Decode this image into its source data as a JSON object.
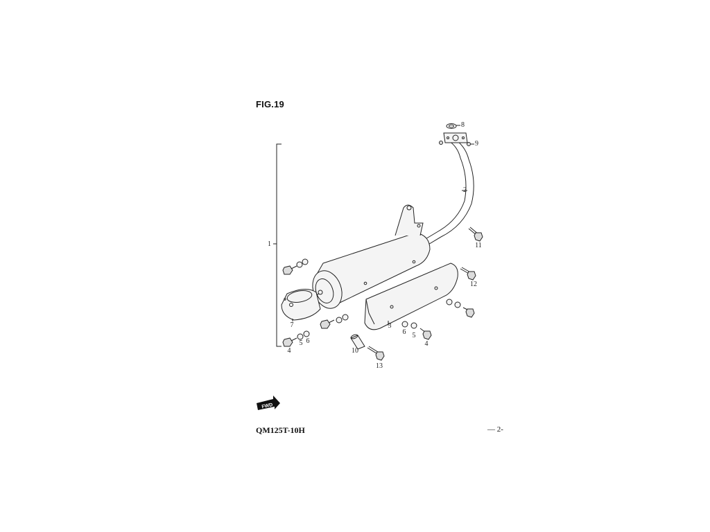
{
  "figure": {
    "title": "FIG.19"
  },
  "callouts": {
    "c1": "1",
    "c2": "2",
    "c3": "3",
    "c4a": "4",
    "c4b": "4",
    "c5a": "5",
    "c5b": "5",
    "c6a": "6",
    "c6b": "6",
    "c7": "7",
    "c8": "8",
    "c9": "9",
    "c10": "10",
    "c11": "11",
    "c12": "12",
    "c13": "13"
  },
  "direction_marker": {
    "label": "FWD",
    "icon": "forward-arrow-icon"
  },
  "footer": {
    "model": "QM125T-10H",
    "page": "— 2-"
  },
  "colors": {
    "line": "#222222",
    "fill_light": "#f4f4f4",
    "fill_mid": "#dcdcdc",
    "marker": "#111111"
  }
}
